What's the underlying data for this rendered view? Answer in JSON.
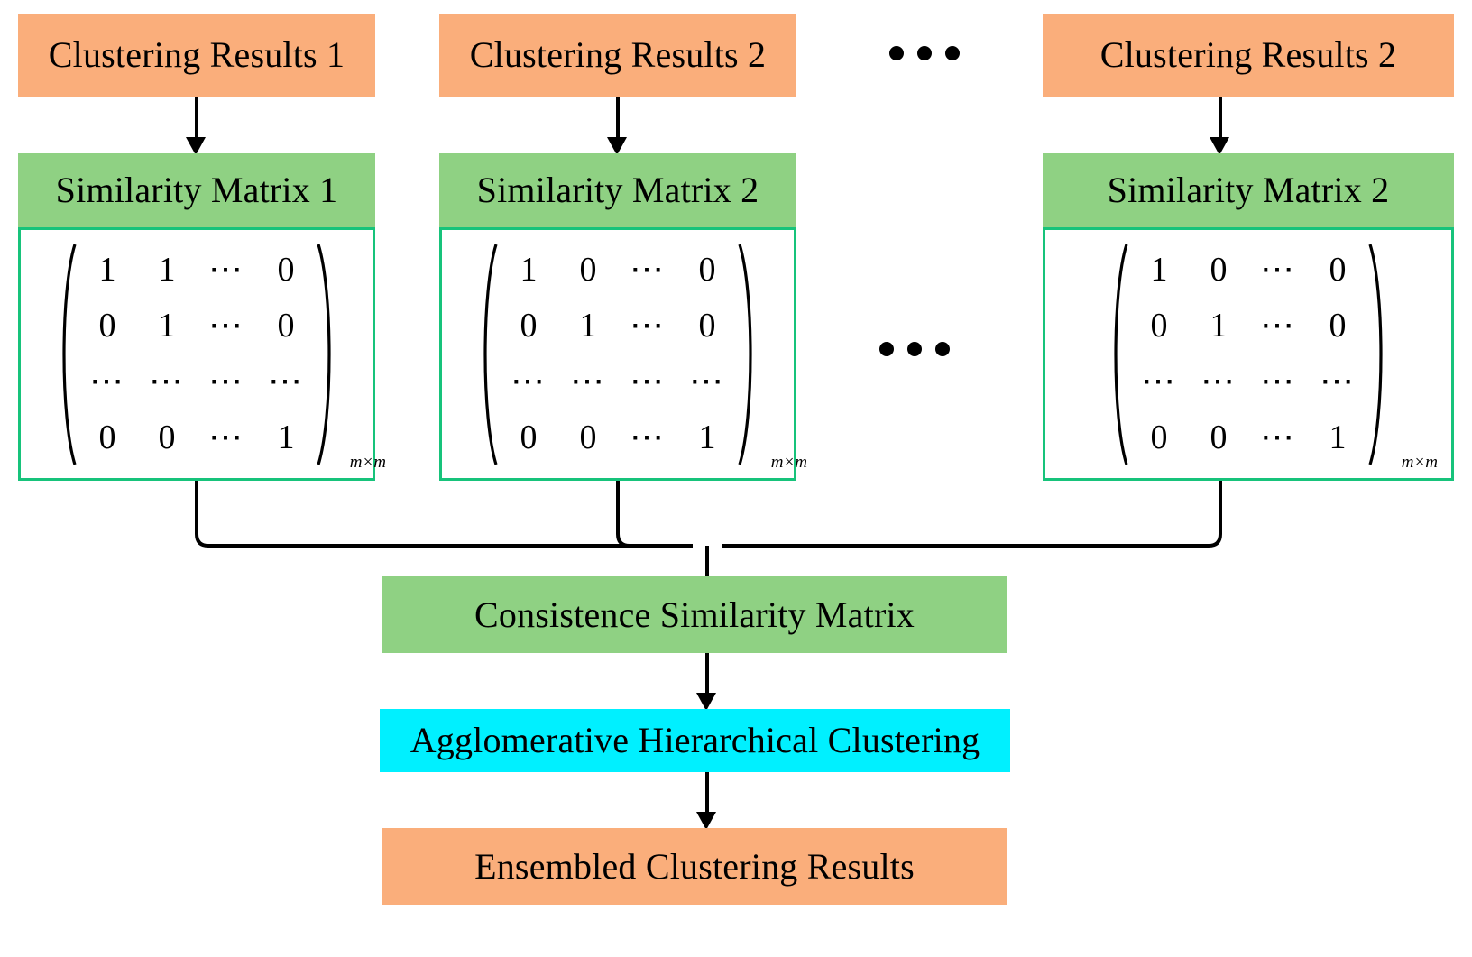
{
  "diagram": {
    "title": "Clustering ensemble flowchart",
    "colors": {
      "orange": "#FAAE7B",
      "green": "#8FD183",
      "cyan": "#00F0FF",
      "matrix_border": "#17C37B",
      "line": "#000000"
    }
  },
  "columns": [
    {
      "clustering_label": "Clustering Results 1",
      "matrix_label": "Similarity Matrix 1",
      "matrix": {
        "rows": [
          [
            "1",
            "1",
            "⋯",
            "0"
          ],
          [
            "0",
            "1",
            "⋯",
            "0"
          ],
          [
            "⋯",
            "⋯",
            "⋯",
            "⋯"
          ],
          [
            "0",
            "0",
            "⋯",
            "1"
          ]
        ],
        "subscript": "m×m"
      }
    },
    {
      "clustering_label": "Clustering Results 2",
      "matrix_label": "Similarity Matrix 2",
      "matrix": {
        "rows": [
          [
            "1",
            "0",
            "⋯",
            "0"
          ],
          [
            "0",
            "1",
            "⋯",
            "0"
          ],
          [
            "⋯",
            "⋯",
            "⋯",
            "⋯"
          ],
          [
            "0",
            "0",
            "⋯",
            "1"
          ]
        ],
        "subscript": "m×m"
      }
    },
    {
      "clustering_label": "Clustering Results 2",
      "matrix_label": "Similarity Matrix 2",
      "matrix": {
        "rows": [
          [
            "1",
            "0",
            "⋯",
            "0"
          ],
          [
            "0",
            "1",
            "⋯",
            "0"
          ],
          [
            "⋯",
            "⋯",
            "⋯",
            "⋯"
          ],
          [
            "0",
            "0",
            "⋯",
            "1"
          ]
        ],
        "subscript": "m×m"
      }
    }
  ],
  "ellipsis": {
    "top": "•••",
    "middle": "•••"
  },
  "pipeline": [
    {
      "label": "Consistence  Similarity Matrix",
      "color": "green"
    },
    {
      "label": "Agglomerative Hierarchical Clustering",
      "color": "cyan"
    },
    {
      "label": "Ensembled Clustering Results",
      "color": "orange"
    }
  ]
}
